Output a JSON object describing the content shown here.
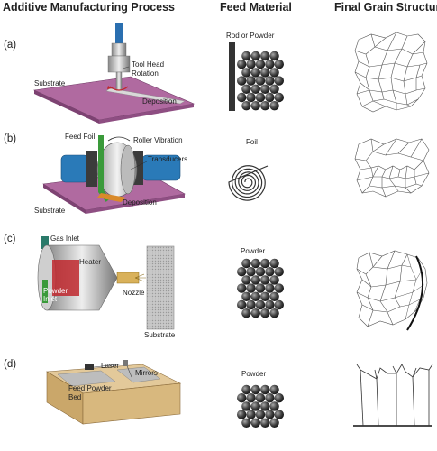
{
  "headers": {
    "process": "Additive Manufacturing Process",
    "feed": "Feed Material",
    "grain": "Final Grain Structure"
  },
  "rows": [
    {
      "label": "(a)",
      "process_labels": {
        "tool_head_rotation": "Tool Head\nRotation",
        "substrate": "Substrate",
        "deposition": "Deposition"
      },
      "feed_label": "Rod or Powder"
    },
    {
      "label": "(b)",
      "process_labels": {
        "feed_foil": "Feed Foil",
        "roller_vibration": "Roller Vibration",
        "transducers": "Transducers",
        "substrate": "Substrate",
        "deposition": "Deposition"
      },
      "feed_label": "Foil"
    },
    {
      "label": "(c)",
      "process_labels": {
        "gas_inlet": "Gas Inlet",
        "heater": "Heater",
        "powder_inlet": "Powder\nInlet",
        "nozzle": "Nozzle",
        "substrate": "Substrate"
      },
      "feed_label": "Powder"
    },
    {
      "label": "(d)",
      "process_labels": {
        "laser": "Laser",
        "mirrors": "Mirrors",
        "feed_powder_bed": "Feed Powder\nBed"
      },
      "feed_label": "Powder"
    }
  ],
  "colors": {
    "substrate": "#b06aa0",
    "roller": "#2a7ab8",
    "foil": "#3a9a3a",
    "heater": "#c0282e",
    "bed": "#e3c99a",
    "particle": "#333333"
  }
}
